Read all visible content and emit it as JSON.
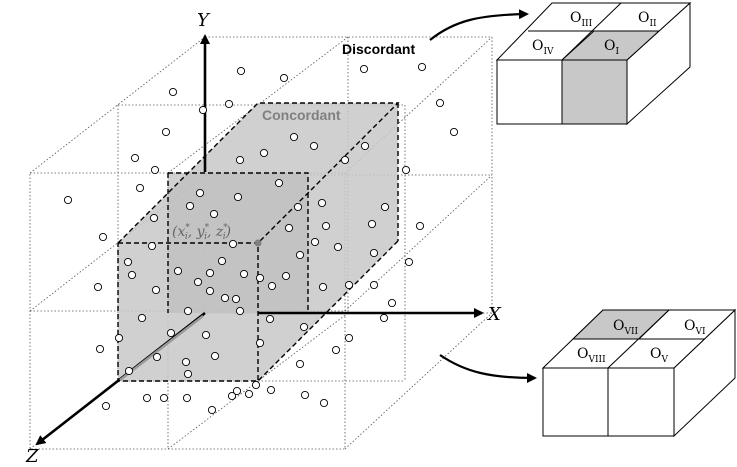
{
  "axes": {
    "x": "X",
    "y": "Y",
    "z": "Z"
  },
  "regions": {
    "discordant": "Discordant",
    "concordant": "Concordant"
  },
  "point_label": {
    "prefix": "(x",
    "sup": "*",
    "sub": "i"
  },
  "upper_octants": [
    {
      "base": "O",
      "sub": "III"
    },
    {
      "base": "O",
      "sub": "II"
    },
    {
      "base": "O",
      "sub": "IV"
    },
    {
      "base": "O",
      "sub": "I"
    }
  ],
  "lower_octants": [
    {
      "base": "O",
      "sub": "VII"
    },
    {
      "base": "O",
      "sub": "VI"
    },
    {
      "base": "O",
      "sub": "VIII"
    },
    {
      "base": "O",
      "sub": "V"
    }
  ],
  "colors": {
    "concordant_fill": "#c8c8c8",
    "highlight_octant": "#c8c8c8",
    "concordant_text": "#808080"
  }
}
